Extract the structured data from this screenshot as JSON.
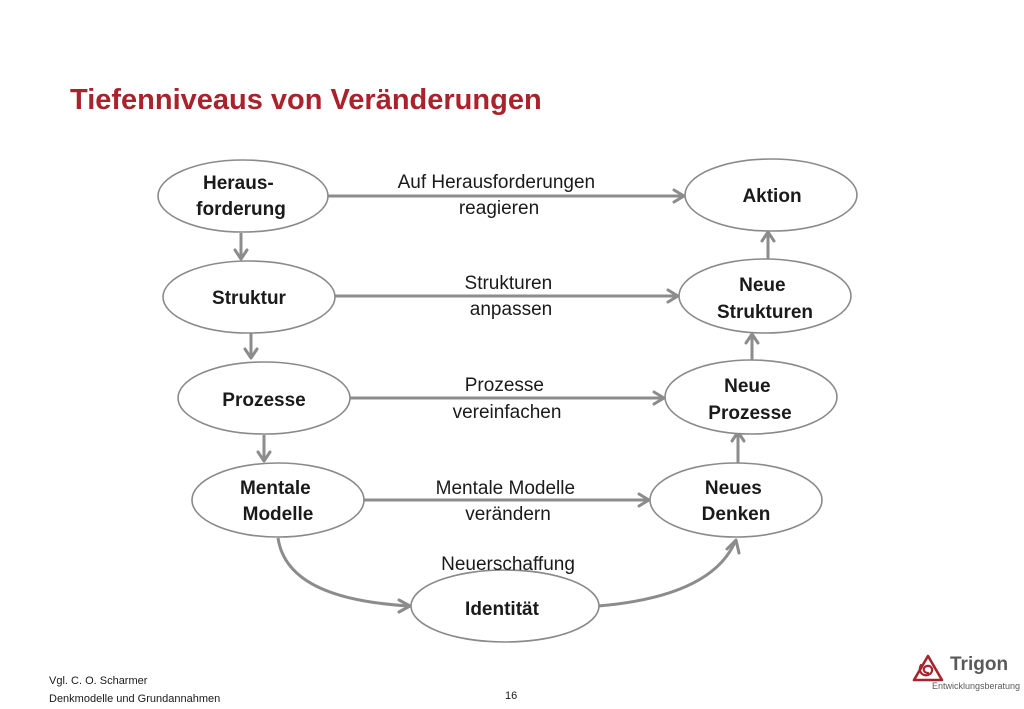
{
  "title": "Tiefenniveaus von Veränderungen",
  "diagram": {
    "nodes": {
      "herausforderung": [
        "Heraus-",
        "forderung"
      ],
      "struktur": [
        "Struktur"
      ],
      "prozesse": [
        "Prozesse"
      ],
      "mentale_modelle": [
        "Mentale",
        "Modelle"
      ],
      "identitaet": [
        "Identität"
      ],
      "neues_denken": [
        "Neues",
        "Denken"
      ],
      "neue_prozesse": [
        "Neue",
        "Prozesse"
      ],
      "neue_strukturen": [
        "Neue",
        "Strukturen"
      ],
      "aktion": [
        "Aktion"
      ]
    },
    "edge_labels": {
      "reagieren": [
        "Auf Herausforderungen",
        "reagieren"
      ],
      "anpassen": [
        "Strukturen",
        "anpassen"
      ],
      "vereinfachen": [
        "Prozesse",
        "vereinfachen"
      ],
      "veraendern": [
        "Mentale Modelle",
        "verändern"
      ],
      "neuerschaffung": [
        "Neuerschaffung"
      ]
    },
    "colors": {
      "title": "#a8232c",
      "lines": "#8c8c8c",
      "node_border": "#8a8a8a"
    }
  },
  "footer": {
    "source": "Vgl.  C. O. Scharmer",
    "topic": "Denkmodelle und Grundannahmen",
    "page_number": "16"
  },
  "logo": {
    "name": "Trigon",
    "tagline": "Entwicklungsberatung",
    "color": "#a8232c"
  }
}
